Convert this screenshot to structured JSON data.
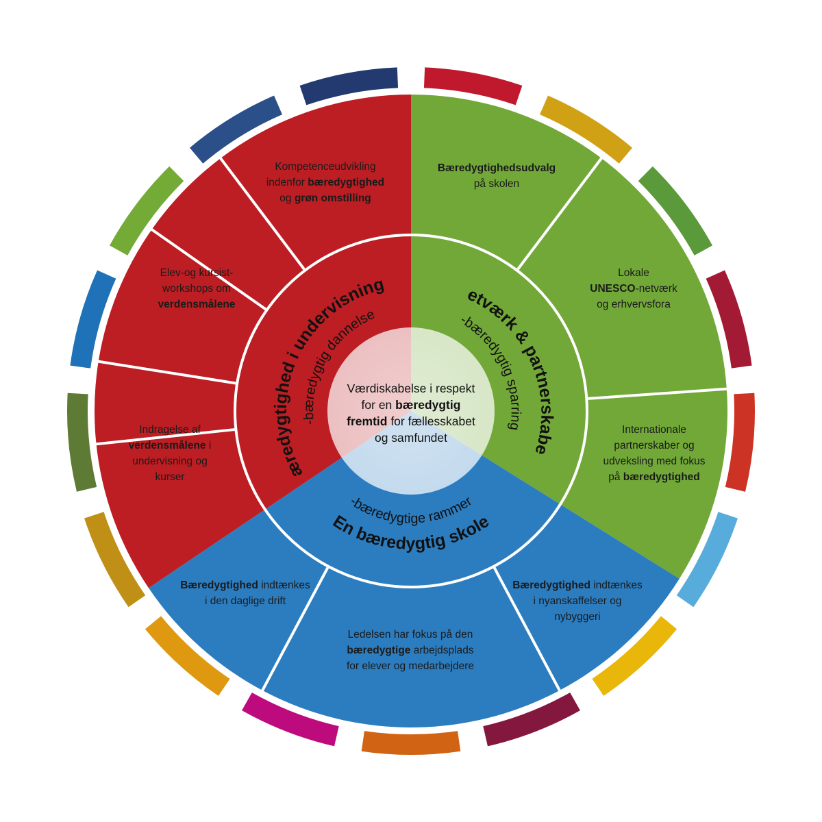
{
  "colors": {
    "red": "#bc1e23",
    "green": "#72a838",
    "blue": "#2c7dc0",
    "divider": "#ffffff",
    "center_fill": "#f3f3f3"
  },
  "outer_ring": {
    "colors": [
      "#c0192e",
      "#d0a015",
      "#5a9a3a",
      "#a31a35",
      "#cd3324",
      "#57acdc",
      "#e9b60a",
      "#84173e",
      "#d16414",
      "#bd0b7e",
      "#df9911",
      "#c08f16",
      "#5e7b36",
      "#1f72b7",
      "#74ab37",
      "#2b4f88",
      "#223a6f"
    ]
  },
  "sections": {
    "left": {
      "title": "Bæredygtighed i undervisningen",
      "subtitle": "-bæredygtig dannelse"
    },
    "right": {
      "title": "Netværk & partnerskaber",
      "subtitle": "-bæredygtig sparring"
    },
    "bottom": {
      "title": "En bæredygtig skole",
      "subtitle": "-bæredygtige rammer"
    }
  },
  "segments": [
    {
      "id": "kompetence",
      "lines": [
        [
          [
            "Kompetenceudvikling",
            false
          ]
        ],
        [
          [
            "indenfor ",
            false
          ],
          [
            "bæredygtighed",
            true
          ]
        ],
        [
          [
            "og ",
            false
          ],
          [
            "grøn omstilling",
            true
          ]
        ]
      ]
    },
    {
      "id": "elev-workshops",
      "lines": [
        [
          [
            "Elev-og kursist-",
            false
          ]
        ],
        [
          [
            "workshops om",
            false
          ]
        ],
        [
          [
            "verdensmålene",
            true
          ]
        ]
      ]
    },
    {
      "id": "indragelse",
      "lines": [
        [
          [
            "Indragelse af",
            false
          ]
        ],
        [
          [
            "verdensmålene",
            true
          ],
          [
            " i",
            false
          ]
        ],
        [
          [
            "undervisning og",
            false
          ]
        ],
        [
          [
            "kurser",
            false
          ]
        ]
      ]
    },
    {
      "id": "udvalg",
      "lines": [
        [
          [
            "Bæredygtighedsudvalg",
            true
          ]
        ],
        [
          [
            "på skolen",
            false
          ]
        ]
      ]
    },
    {
      "id": "unesco",
      "lines": [
        [
          [
            "Lokale",
            false
          ]
        ],
        [
          [
            "UNESCO",
            true
          ],
          [
            "-netværk",
            false
          ]
        ],
        [
          [
            "og erhvervsfora",
            false
          ]
        ]
      ]
    },
    {
      "id": "internationale",
      "lines": [
        [
          [
            "Internationale",
            false
          ]
        ],
        [
          [
            "partnerskaber og",
            false
          ]
        ],
        [
          [
            "udveksling med fokus",
            false
          ]
        ],
        [
          [
            "på ",
            false
          ],
          [
            "bæredygtighed",
            true
          ]
        ]
      ]
    },
    {
      "id": "drift",
      "lines": [
        [
          [
            "Bæredygtighed",
            true
          ],
          [
            " indtænkes",
            false
          ]
        ],
        [
          [
            "i den daglige drift",
            false
          ]
        ]
      ]
    },
    {
      "id": "ledelsen",
      "lines": [
        [
          [
            "Ledelsen har fokus på den",
            false
          ]
        ],
        [
          [
            "bæredygtige",
            true
          ],
          [
            " arbejdsplads",
            false
          ]
        ],
        [
          [
            "for elever og medarbejdere",
            false
          ]
        ]
      ]
    },
    {
      "id": "nyanskaffelser",
      "lines": [
        [
          [
            "Bæredygtighed",
            true
          ],
          [
            " indtænkes",
            false
          ]
        ],
        [
          [
            "i nyanskaffelser og",
            false
          ]
        ],
        [
          [
            "nybyggeri",
            false
          ]
        ]
      ]
    }
  ],
  "center": {
    "lines": [
      [
        [
          "Værdiskabelse i respekt",
          false
        ]
      ],
      [
        [
          "for en ",
          false
        ],
        [
          "bæredygtig",
          true
        ]
      ],
      [
        [
          "fremtid",
          true
        ],
        [
          " for fællesskabet",
          false
        ]
      ],
      [
        [
          "og samfundet",
          false
        ]
      ]
    ]
  }
}
